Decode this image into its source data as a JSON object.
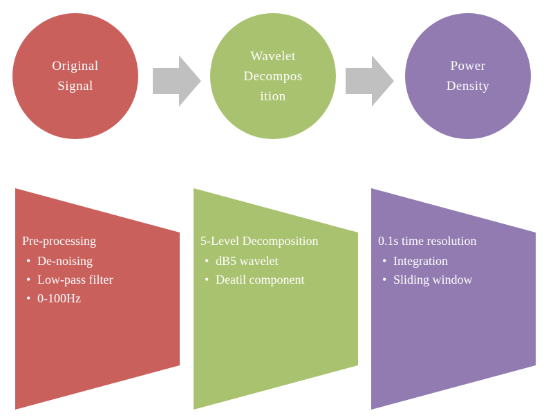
{
  "colors": {
    "red": "#c9605c",
    "green": "#a9c26f",
    "purple": "#917bb1",
    "arrow": "#c0c0c0",
    "text": "#ffffff"
  },
  "stages": [
    {
      "lines": [
        "Original",
        "Signal"
      ]
    },
    {
      "lines": [
        "Wavelet",
        "Decompos",
        "ition"
      ]
    },
    {
      "lines": [
        "Power",
        "Density"
      ]
    }
  ],
  "icons": [
    "right-arrow-icon",
    "right-arrow-icon"
  ],
  "panels": [
    {
      "title": "Pre-processing",
      "bullets": [
        "De-noising",
        "Low-pass filter",
        "0-100Hz"
      ]
    },
    {
      "title": "5-Level Decomposition",
      "bullets": [
        "dB5 wavelet",
        "Deatil component"
      ]
    },
    {
      "title": "0.1s time resolution",
      "bullets": [
        "Integration",
        "Sliding window"
      ]
    }
  ]
}
